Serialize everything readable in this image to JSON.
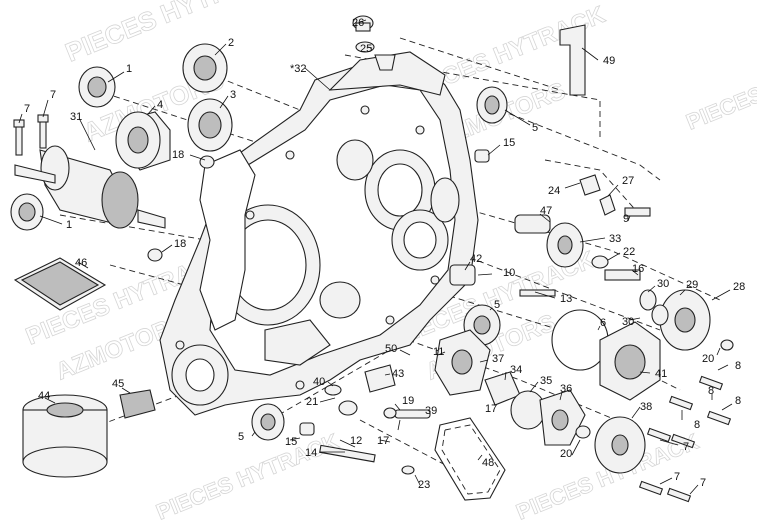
{
  "watermark": {
    "lines": [
      "PIECES HYTRACK",
      "AZMOTORS"
    ]
  },
  "callouts": [
    {
      "id": "c26",
      "label": "26"
    },
    {
      "id": "c25",
      "label": "25"
    },
    {
      "id": "c49",
      "label": "49"
    },
    {
      "id": "c32",
      "label": "*32"
    },
    {
      "id": "c1a",
      "label": "1"
    },
    {
      "id": "c2",
      "label": "2"
    },
    {
      "id": "c3",
      "label": "3"
    },
    {
      "id": "c4",
      "label": "4"
    },
    {
      "id": "c7a",
      "label": "7"
    },
    {
      "id": "c7b",
      "label": "7"
    },
    {
      "id": "c31",
      "label": "31"
    },
    {
      "id": "c18a",
      "label": "18"
    },
    {
      "id": "c5a",
      "label": "5"
    },
    {
      "id": "c15a",
      "label": "15"
    },
    {
      "id": "c24",
      "label": "24"
    },
    {
      "id": "c27",
      "label": "27"
    },
    {
      "id": "c9",
      "label": "9"
    },
    {
      "id": "c1b",
      "label": "1"
    },
    {
      "id": "c18b",
      "label": "18"
    },
    {
      "id": "c47",
      "label": "47"
    },
    {
      "id": "c33",
      "label": "33"
    },
    {
      "id": "c22",
      "label": "22"
    },
    {
      "id": "c46",
      "label": "46"
    },
    {
      "id": "c42",
      "label": "42"
    },
    {
      "id": "c10",
      "label": "10"
    },
    {
      "id": "c16",
      "label": "16"
    },
    {
      "id": "c30a",
      "label": "30"
    },
    {
      "id": "c29",
      "label": "29"
    },
    {
      "id": "c28",
      "label": "28"
    },
    {
      "id": "c13",
      "label": "13"
    },
    {
      "id": "c5b",
      "label": "5"
    },
    {
      "id": "c6",
      "label": "6"
    },
    {
      "id": "c30b",
      "label": "30"
    },
    {
      "id": "c20a",
      "label": "20"
    },
    {
      "id": "c50",
      "label": "50"
    },
    {
      "id": "c11",
      "label": "11"
    },
    {
      "id": "c37",
      "label": "37"
    },
    {
      "id": "c8a",
      "label": "8"
    },
    {
      "id": "c41",
      "label": "41"
    },
    {
      "id": "c43",
      "label": "43"
    },
    {
      "id": "c40",
      "label": "40"
    },
    {
      "id": "c34",
      "label": "34"
    },
    {
      "id": "c35",
      "label": "35"
    },
    {
      "id": "c36",
      "label": "36"
    },
    {
      "id": "c8b",
      "label": "8"
    },
    {
      "id": "c8c",
      "label": "8"
    },
    {
      "id": "c8d",
      "label": "8"
    },
    {
      "id": "c44",
      "label": "44"
    },
    {
      "id": "c45",
      "label": "45"
    },
    {
      "id": "c21",
      "label": "21"
    },
    {
      "id": "c19",
      "label": "19"
    },
    {
      "id": "c39",
      "label": "39"
    },
    {
      "id": "c17a",
      "label": "17"
    },
    {
      "id": "c38",
      "label": "38"
    },
    {
      "id": "c5c",
      "label": "5"
    },
    {
      "id": "c15b",
      "label": "15"
    },
    {
      "id": "c12",
      "label": "12"
    },
    {
      "id": "c17b",
      "label": "17"
    },
    {
      "id": "c20b",
      "label": "20"
    },
    {
      "id": "c7c",
      "label": "7"
    },
    {
      "id": "c48",
      "label": "48"
    },
    {
      "id": "c14",
      "label": "14"
    },
    {
      "id": "c23",
      "label": "23"
    },
    {
      "id": "c7d",
      "label": "7"
    },
    {
      "id": "c7e",
      "label": "7"
    }
  ]
}
